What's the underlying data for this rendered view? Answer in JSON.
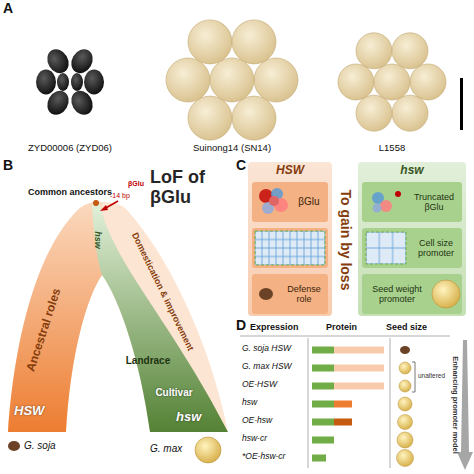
{
  "diagram": {
    "nodes": [
      {
        "text": [
          "HSW"
        ]
      },
      {
        "text": [
          "βGlu"
        ],
        "in": 0
      },
      {
        "text": [
          "Defense role"
        ],
        "in": 0
      },
      {
        "text": [
          "hsw"
        ]
      },
      {
        "text": [
          "Truncated βGlu"
        ],
        "in": 3
      },
      {
        "text": [
          "Cell size promoter"
        ],
        "in": 3
      },
      {
        "text": [
          "Seed weight promoter"
        ],
        "in": 3
      }
    ],
    "labels": [
      "A",
      "ZYD00006 (ZYD06)",
      "Suinong14 (SN14)",
      "L1558",
      "B",
      "Common ancestors",
      "βGlu",
      "-14 bp",
      "hsw",
      "LoF of βGlu",
      "Ancestral roles",
      "Domestication & improvement",
      "Landrace",
      "Cultivar",
      "HSW",
      "hsw",
      "G. soja",
      "G. max",
      "C",
      "To gain by loss",
      "D",
      "Expression",
      "Protein",
      "Seed size",
      "G. soja HSW",
      "G. max HSW",
      "OE-HSW",
      "hsw",
      "OE-hsw",
      "hsw-cr",
      "*OE-hsw-cr",
      "unaltered",
      "Enhancing promoter model"
    ]
  }
}
